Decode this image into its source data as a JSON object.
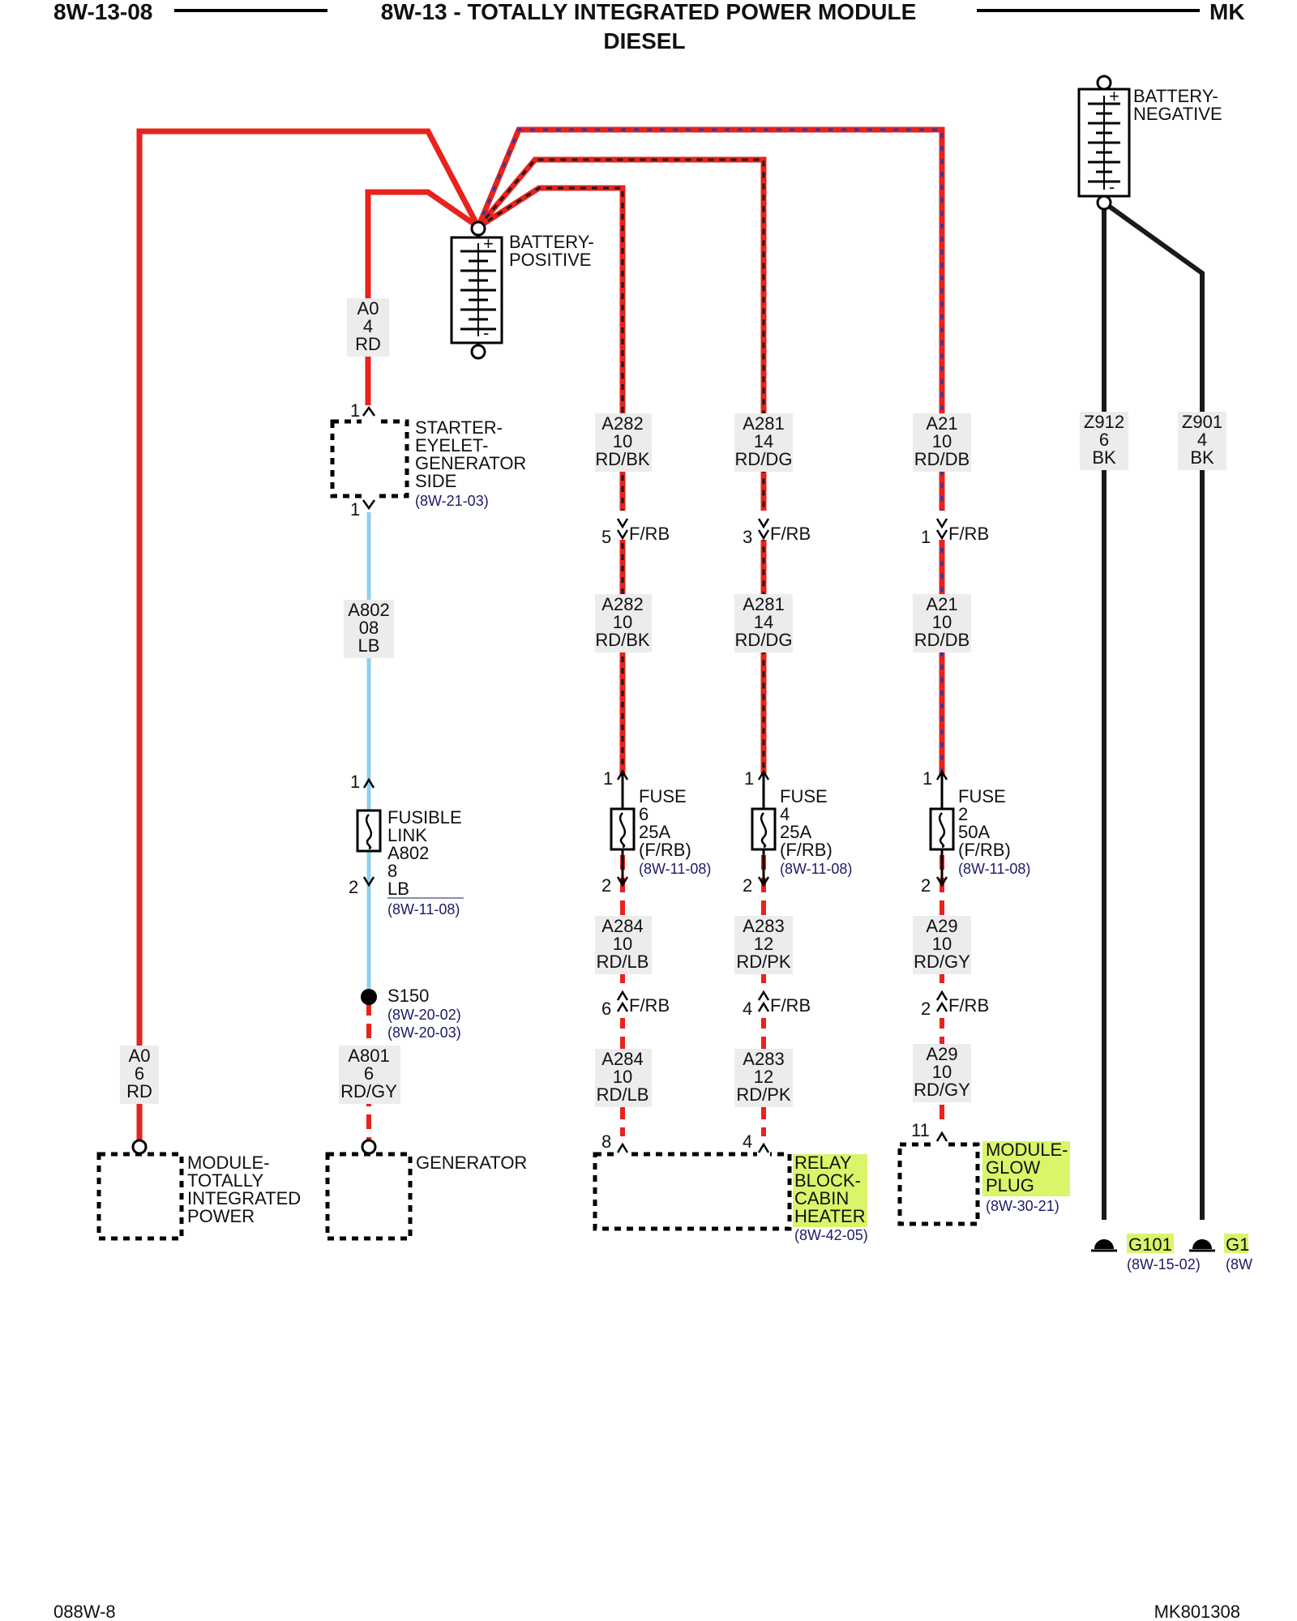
{
  "header": {
    "left": "8W-13-08",
    "title": "8W-13 - TOTALLY INTEGRATED POWER MODULE",
    "subtitle": "DIESEL",
    "right": "MK"
  },
  "footer": {
    "left": "088W-8",
    "right": "MK801308"
  },
  "colors": {
    "red": "#e8221c",
    "black": "#1a1a1a",
    "light_blue": "#8fcfee",
    "dark_green": "#1a1a1a",
    "dark_blue": "#1f3da8",
    "highlight": "#d9f56a"
  },
  "battery_positive": {
    "label1": "BATTERY-",
    "label2": "POSITIVE"
  },
  "battery_negative": {
    "label1": "BATTERY-",
    "label2": "NEGATIVE"
  },
  "wires": {
    "a0_top": {
      "circuit": "A0",
      "gauge": "4",
      "color": "RD"
    },
    "a0_left": {
      "circuit": "A0",
      "gauge": "6",
      "color": "RD"
    },
    "a802": {
      "circuit": "A802",
      "gauge": "08",
      "color": "LB"
    },
    "a801": {
      "circuit": "A801",
      "gauge": "6",
      "color": "RD/GY"
    },
    "a282_top": {
      "circuit": "A282",
      "gauge": "10",
      "color": "RD/BK"
    },
    "a282_mid": {
      "circuit": "A282",
      "gauge": "10",
      "color": "RD/BK"
    },
    "a281_top": {
      "circuit": "A281",
      "gauge": "14",
      "color": "RD/DG"
    },
    "a281_mid": {
      "circuit": "A281",
      "gauge": "14",
      "color": "RD/DG"
    },
    "a21_top": {
      "circuit": "A21",
      "gauge": "10",
      "color": "RD/DB"
    },
    "a21_mid": {
      "circuit": "A21",
      "gauge": "10",
      "color": "RD/DB"
    },
    "a284_top": {
      "circuit": "A284",
      "gauge": "10",
      "color": "RD/LB"
    },
    "a284_bot": {
      "circuit": "A284",
      "gauge": "10",
      "color": "RD/LB"
    },
    "a283_top": {
      "circuit": "A283",
      "gauge": "12",
      "color": "RD/PK"
    },
    "a283_bot": {
      "circuit": "A283",
      "gauge": "12",
      "color": "RD/PK"
    },
    "a29_top": {
      "circuit": "A29",
      "gauge": "10",
      "color": "RD/GY"
    },
    "a29_bot": {
      "circuit": "A29",
      "gauge": "10",
      "color": "RD/GY"
    },
    "z912": {
      "circuit": "Z912",
      "gauge": "6",
      "color": "BK"
    },
    "z901": {
      "circuit": "Z901",
      "gauge": "4",
      "color": "BK"
    }
  },
  "starter_eyelet": {
    "lines": [
      "STARTER-",
      "EYELET-",
      "GENERATOR",
      "SIDE"
    ],
    "ref": "(8W-21-03)",
    "pin_top": "1",
    "pin_bottom": "1"
  },
  "fusible_link": {
    "lines": [
      "FUSIBLE",
      "LINK",
      "A802",
      "8",
      "LB"
    ],
    "ref": "(8W-11-08)",
    "pin_top": "1",
    "pin_bottom": "2"
  },
  "splice": {
    "name": "S150",
    "ref1": "(8W-20-02)",
    "ref2": "(8W-20-03)"
  },
  "fuses": [
    {
      "title": "FUSE",
      "number": "6",
      "rating": "25A",
      "location": "(F/RB)",
      "ref": "(8W-11-08)",
      "pin_top": "1",
      "pin_bottom": "2"
    },
    {
      "title": "FUSE",
      "number": "4",
      "rating": "25A",
      "location": "(F/RB)",
      "ref": "(8W-11-08)",
      "pin_top": "1",
      "pin_bottom": "2"
    },
    {
      "title": "FUSE",
      "number": "2",
      "rating": "50A",
      "location": "(F/RB)",
      "ref": "(8W-11-08)",
      "pin_top": "1",
      "pin_bottom": "2"
    }
  ],
  "connectors": {
    "c_a282_top": {
      "pin": "5",
      "name": "F/RB"
    },
    "c_a281_top": {
      "pin": "3",
      "name": "F/RB"
    },
    "c_a21_top": {
      "pin": "1",
      "name": "F/RB"
    },
    "c_a284_bot": {
      "pin": "6",
      "name": "F/RB"
    },
    "c_a283_bot": {
      "pin": "4",
      "name": "F/RB"
    },
    "c_a29_bot": {
      "pin": "2",
      "name": "F/RB"
    }
  },
  "components": {
    "tipm": {
      "lines": [
        "MODULE-",
        "TOTALLY",
        "INTEGRATED",
        "POWER"
      ]
    },
    "generator": {
      "lines": [
        "GENERATOR"
      ]
    },
    "relay_block": {
      "lines": [
        "RELAY",
        "BLOCK-",
        "CABIN",
        "HEATER"
      ],
      "ref": "(8W-42-05)",
      "pin_left": "8",
      "pin_right": "4"
    },
    "glow_plug": {
      "lines": [
        "MODULE-",
        "GLOW",
        "PLUG"
      ],
      "ref": "(8W-30-21)",
      "pin": "11"
    }
  },
  "grounds": {
    "g101": {
      "name": "G101",
      "ref": "(8W-15-02)"
    },
    "g_partial": {
      "name": "G1",
      "ref": "(8W"
    }
  }
}
